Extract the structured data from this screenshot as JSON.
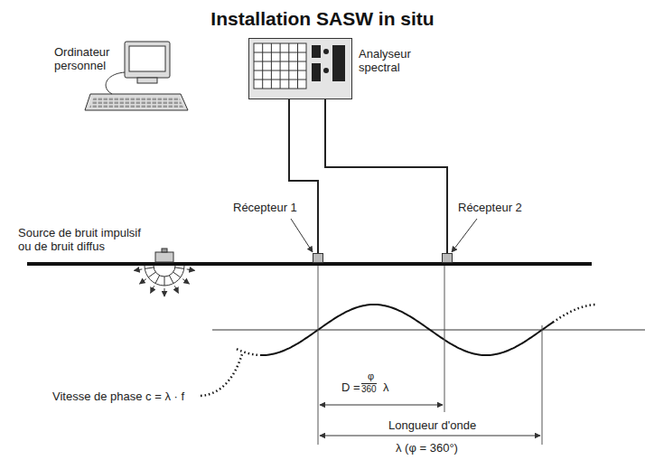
{
  "diagram": {
    "title": "Installation SASW in situ",
    "nodes": [
      {
        "text": [
          "Analyseur spectral"
        ]
      },
      {
        "text": [
          "Récepteur 1"
        ]
      },
      {
        "text": [
          "Récepteur 2"
        ]
      }
    ],
    "edges": [
      {
        "from": 0,
        "to": 1,
        "arrow": "none"
      },
      {
        "from": 0,
        "to": 2,
        "arrow": "none"
      }
    ],
    "labels": [
      "Ordinateur personnel",
      "Source de bruit impulsif ou de bruit diffus",
      "Vitesse de phase c = λ · f",
      "D =",
      "φ",
      "360",
      "λ",
      "Longueur d'onde",
      "λ (φ = 360°)"
    ]
  }
}
